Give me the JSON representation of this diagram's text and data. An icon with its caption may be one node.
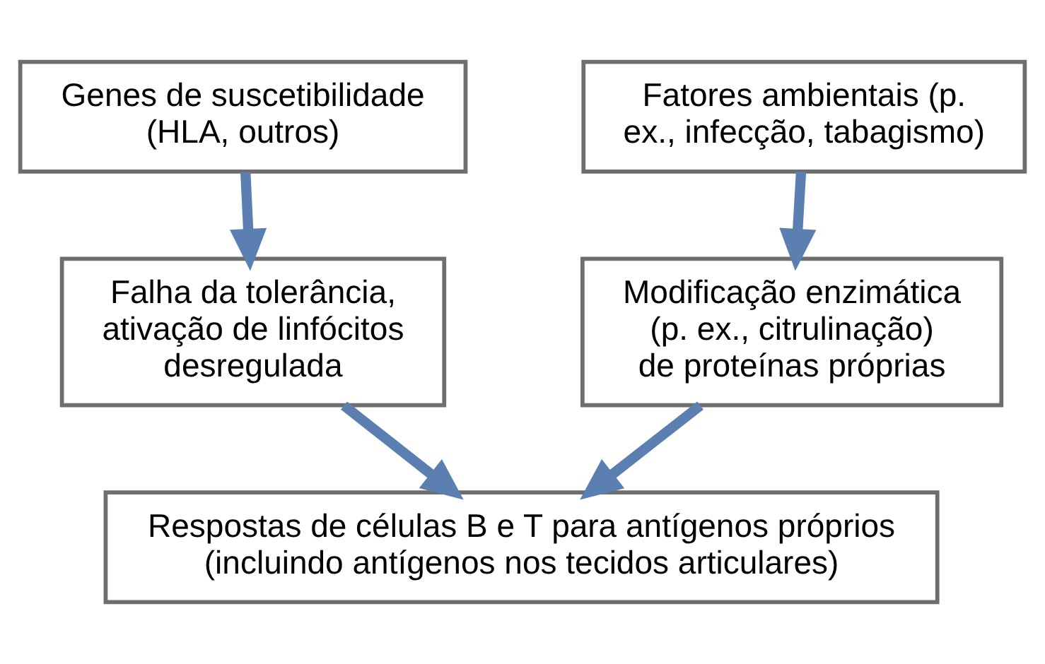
{
  "diagram": {
    "nodes": [
      {
        "text": [
          "Genes de suscetibilidade (HLA, outros)"
        ]
      },
      {
        "text": [
          "Fatores ambientais (p. ex., infecção, tabagismo)"
        ]
      },
      {
        "text": [
          "Falha da tolerância, ativação de linfócitos desregulada"
        ]
      },
      {
        "text": [
          "Modificação enzimática (p. ex., citrulinação) de proteínas próprias"
        ]
      },
      {
        "text": [
          "Respostas de células B e T para antígenos próprios (incluindo antígenos nos tecidos articulares)"
        ]
      }
    ],
    "edges": [
      {
        "from": 0,
        "to": 2,
        "arrow": "to"
      },
      {
        "from": 1,
        "to": 3,
        "arrow": "to"
      },
      {
        "from": 2,
        "to": 4,
        "arrow": "to"
      },
      {
        "from": 3,
        "to": 4,
        "arrow": "to"
      }
    ]
  }
}
